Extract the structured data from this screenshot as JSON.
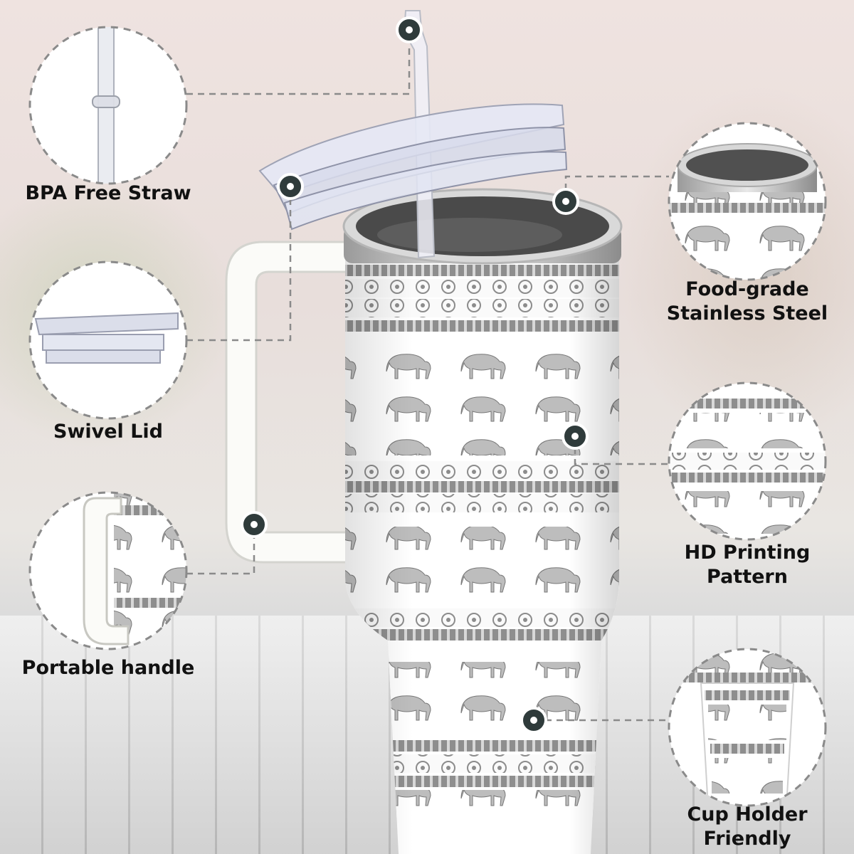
{
  "features": [
    {
      "id": "straw",
      "label": "BPA Free Straw",
      "icon": "straw-icon"
    },
    {
      "id": "lid",
      "label": "Swivel Lid",
      "icon": "lid-icon"
    },
    {
      "id": "handle",
      "label": "Portable handle",
      "icon": "handle-icon"
    },
    {
      "id": "steel",
      "label": "Food-grade\nStainless Steel",
      "icon": "steel-rim-icon"
    },
    {
      "id": "printing",
      "label": "HD Printing\nPattern",
      "icon": "elephant-pattern-icon"
    },
    {
      "id": "cupholder",
      "label": "Cup Holder\nFriendly",
      "icon": "cup-base-icon"
    }
  ],
  "colors": {
    "pattern": "#8c8c8c",
    "marker": "#2f3b3b",
    "leader": "#8a8a8a",
    "label": "#111111"
  }
}
